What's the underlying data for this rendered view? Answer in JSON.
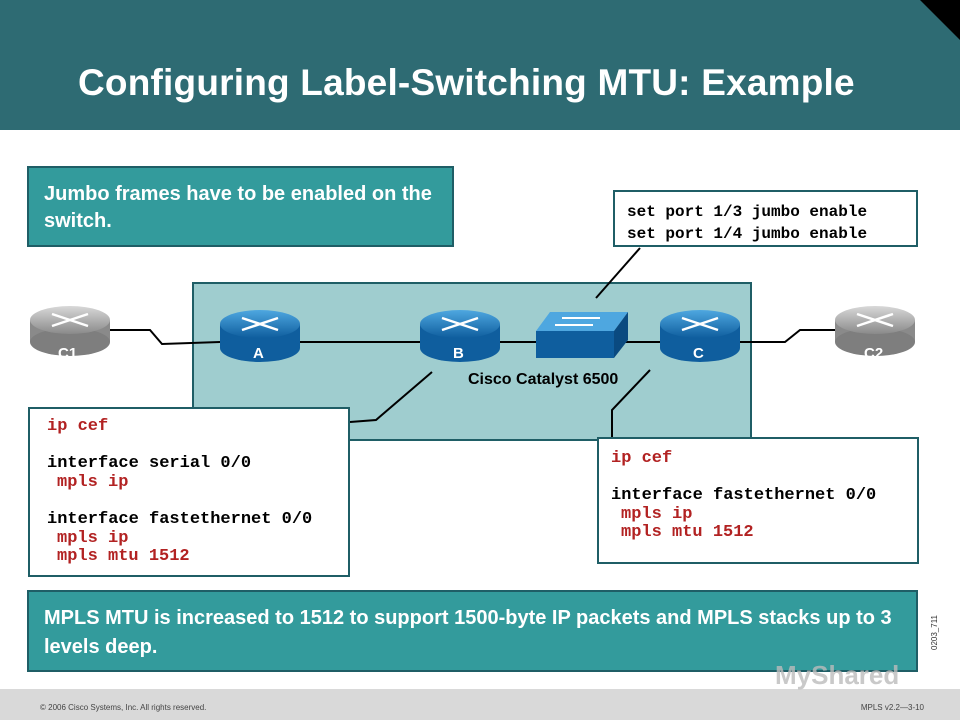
{
  "title": "Configuring Label-Switching MTU: Example",
  "callouts": {
    "jumbo": "Jumbo frames have to be enabled on the switch.",
    "mtu": "MPLS MTU is increased to 1512 to support 1500-byte IP packets and MPLS stacks up to 3 levels deep."
  },
  "switch_config": [
    "set port 1/3 jumbo enable",
    "set port 1/4 jumbo enable"
  ],
  "left_config": {
    "line1": "ip cef",
    "line2": "interface serial 0/0",
    "line3": "mpls ip",
    "line4": "interface fastethernet 0/0",
    "line5": "mpls ip",
    "line6": "mpls mtu 1512"
  },
  "right_config": {
    "line1": "ip cef",
    "line2": "interface fastethernet 0/0",
    "line3": "mpls ip",
    "line4": "mpls mtu 1512"
  },
  "devices": {
    "c1": "C1",
    "a": "A",
    "b": "B",
    "switch": "Cisco Catalyst 6500",
    "c": "C",
    "c2": "C2"
  },
  "footer": {
    "copyright": "© 2006 Cisco Systems, Inc. All rights reserved.",
    "course": "MPLS v2.2—3-10",
    "figure_code": "0203_711"
  },
  "watermark": "MyShared",
  "colors": {
    "header": "#2e6b73",
    "callout": "#339b9c",
    "cloud": "#9fcdcf",
    "router_blue": "#1f7fc1",
    "router_gray": "#9a9a9a",
    "code_red": "#b22222"
  }
}
